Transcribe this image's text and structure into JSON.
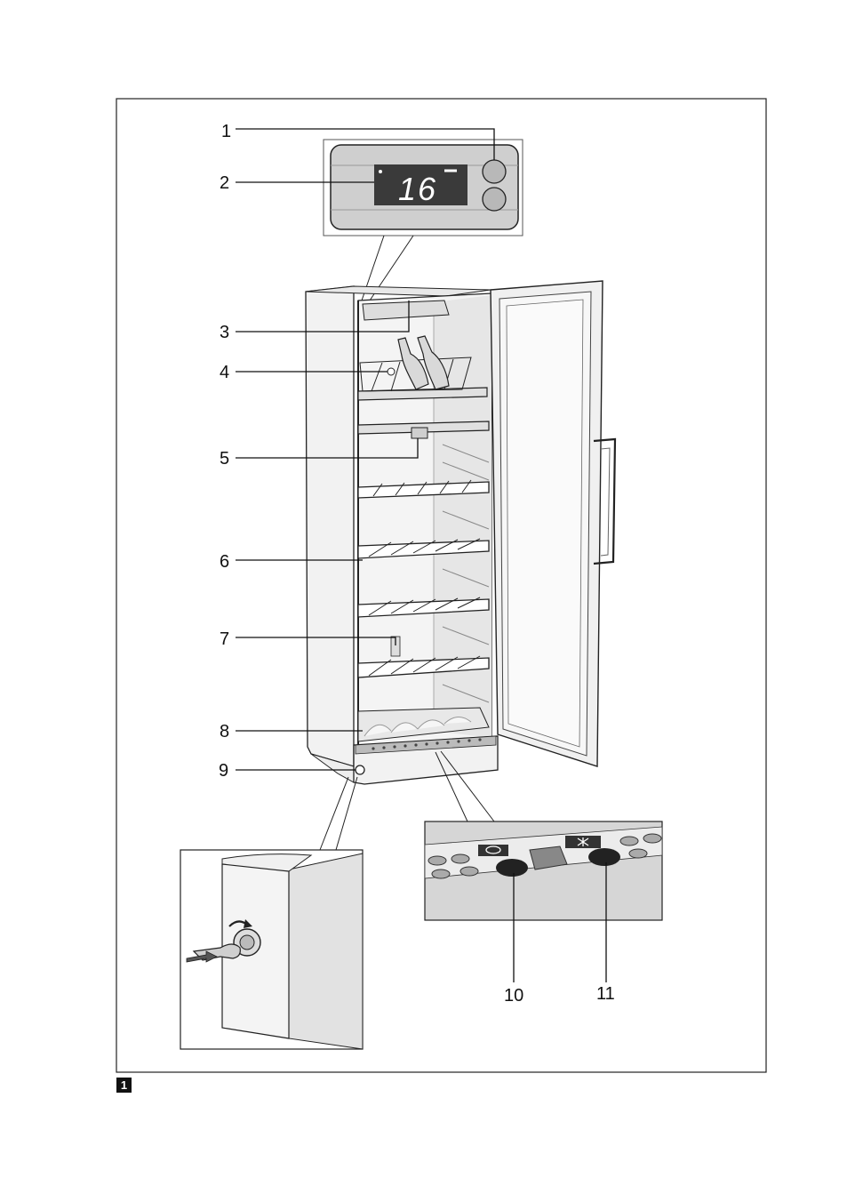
{
  "display": {
    "temperature": "16"
  },
  "callouts": {
    "c1": "1",
    "c2": "2",
    "c3": "3",
    "c4": "4",
    "c5": "5",
    "c6": "6",
    "c7": "7",
    "c8": "8",
    "c9": "9",
    "c10": "10",
    "c11": "11"
  },
  "figure_number": "1",
  "colors": {
    "outline": "#222222",
    "panel_gray": "#cfcfcf",
    "display_dark": "#3a3a3a"
  }
}
